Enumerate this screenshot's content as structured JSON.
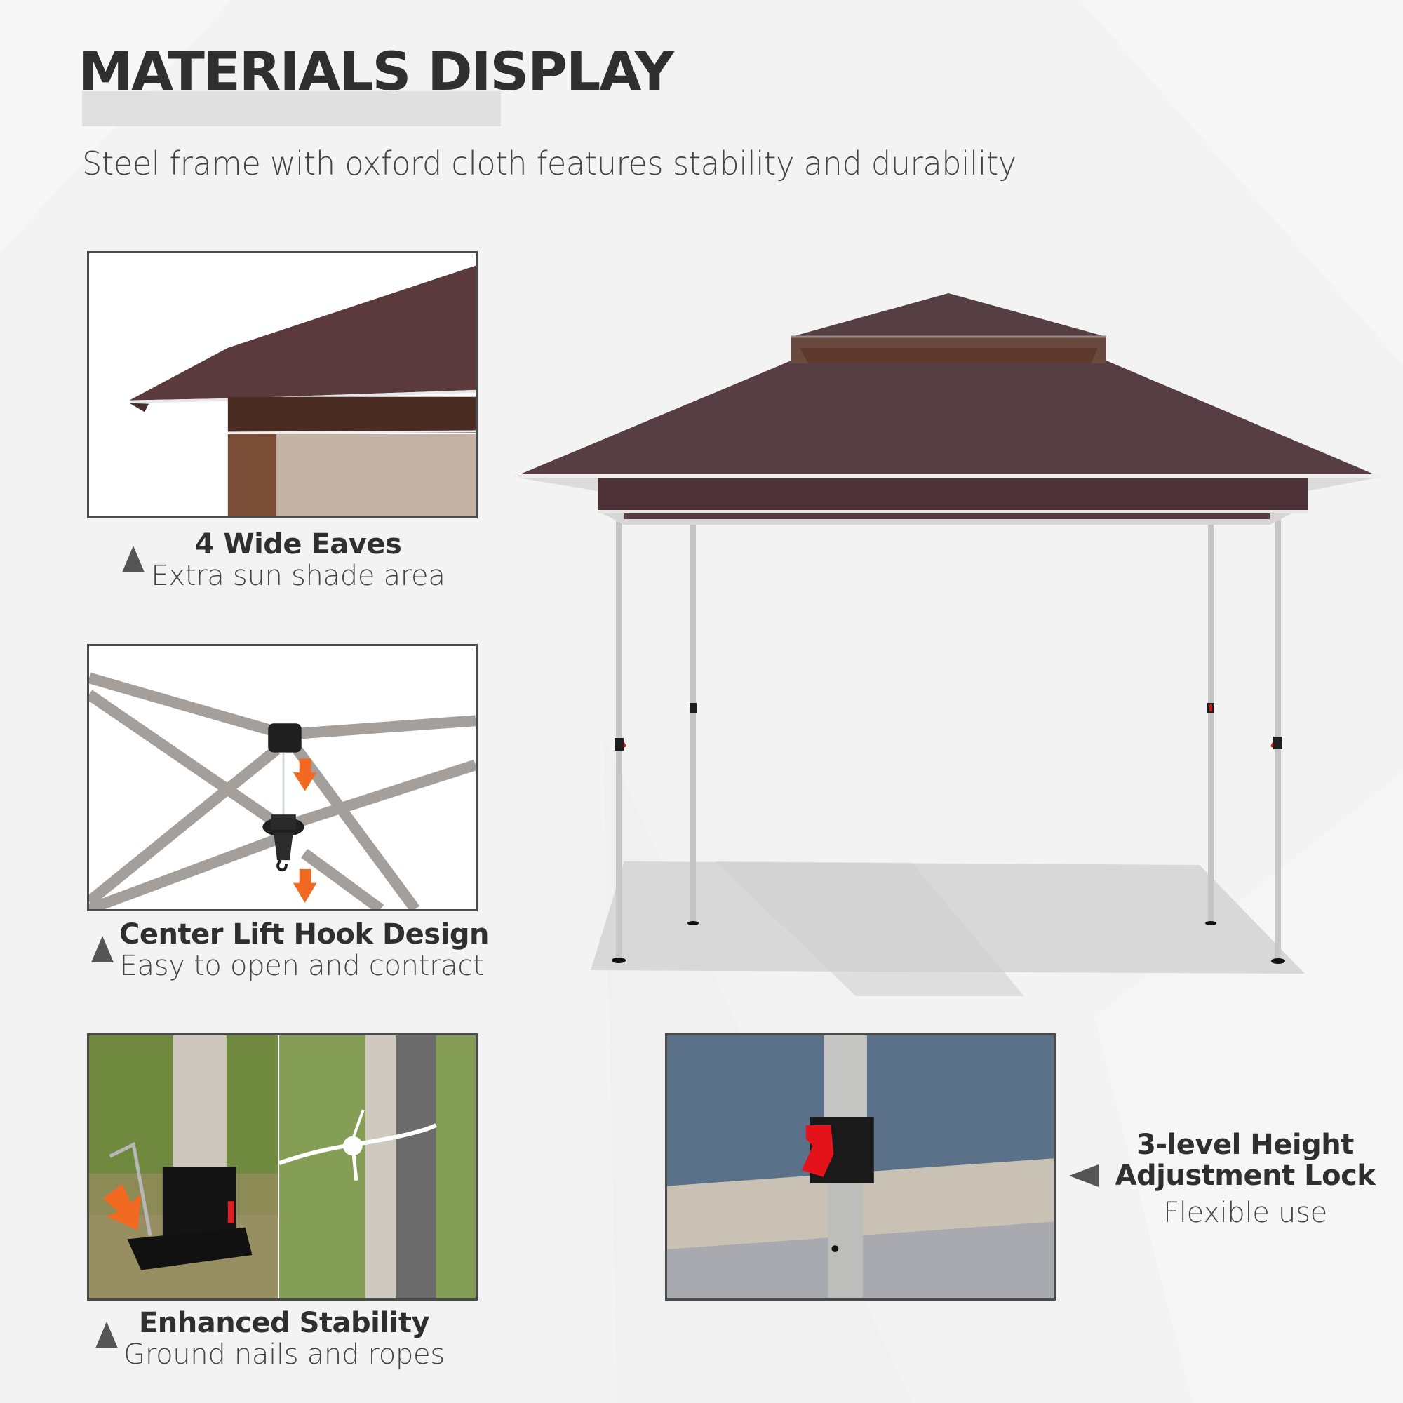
{
  "header": {
    "title": "MATERIALS DISPLAY",
    "subtitle": "Steel frame with oxford cloth features stability and durability"
  },
  "features": [
    {
      "id": "eaves",
      "title": "4 Wide Eaves",
      "subtitle": "Extra sun shade area",
      "pointer": "triangle-up",
      "image": "canopy-eave-closeup"
    },
    {
      "id": "center-lift",
      "title": "Center Lift Hook Design",
      "subtitle": "Easy to open and contract",
      "pointer": "triangle-up",
      "image": "frame-center-hub-closeup"
    },
    {
      "id": "stability",
      "title": "Enhanced Stability",
      "subtitle": "Ground nails and ropes",
      "pointer": "triangle-up",
      "image": "leg-base-stake-and-rope"
    },
    {
      "id": "height-lock",
      "title_line1": "3-level Height",
      "title_line2": "Adjustment Lock",
      "subtitle": "Flexible use",
      "pointer": "triangle-left",
      "image": "leg-height-lock-closeup"
    }
  ],
  "product": {
    "image": "gazebo-two-tier-canopy",
    "canopy_color": "#5a3b40",
    "frame_color": "#c9c9c9",
    "lock_color": "#e3121b"
  },
  "colors": {
    "background": "#f3f3f3",
    "title_text": "#2f2f2f",
    "panel_border": "#4a4a4a",
    "accent_arrow": "#f26a22",
    "pointer": "#555555"
  }
}
